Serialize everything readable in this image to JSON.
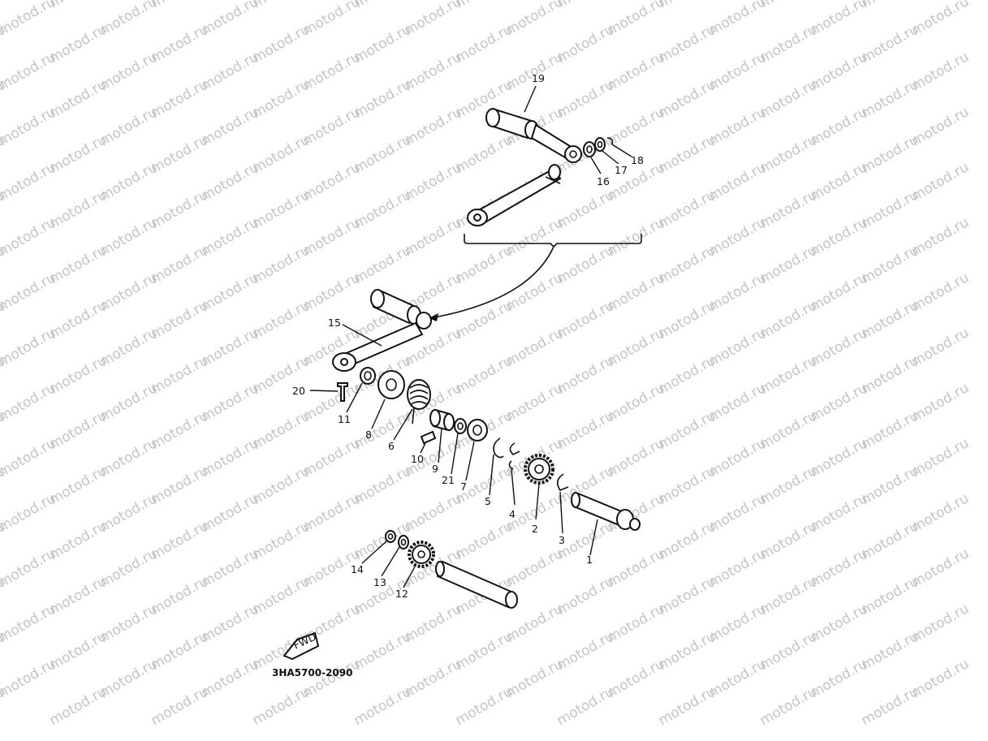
{
  "watermark": "motod.ru",
  "diagram_code": "3HA5700-2090",
  "fwd_mark": "FWD",
  "callouts": {
    "c1": "1",
    "c2": "2",
    "c3": "3",
    "c4": "4",
    "c5": "5",
    "c6": "6",
    "c7": "7",
    "c8": "8",
    "c9": "9",
    "c10": "10",
    "c11": "11",
    "c12": "12",
    "c13": "13",
    "c14": "14",
    "c15": "15",
    "c16": "16",
    "c17": "17",
    "c18": "18",
    "c19": "19",
    "c20": "20",
    "c21": "21"
  }
}
